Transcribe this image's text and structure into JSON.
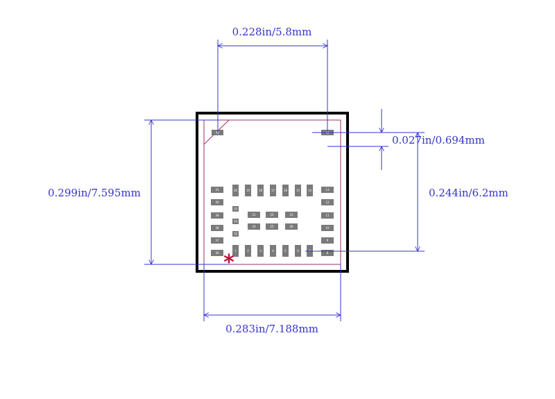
{
  "colors": {
    "dimension": "#3333cc",
    "outline": "#000000",
    "courtyard": "#9b2d6b",
    "pad": "#7a7a7a",
    "pin1_marker": "#c0143c"
  },
  "dimensions": {
    "top_width": "0.228in/5.8mm",
    "pad_height": "0.027in/0.694mm",
    "left_height": "0.299in/7.595mm",
    "right_height": "0.244in/6.2mm",
    "bottom_width": "0.283in/7.188mm"
  },
  "pin1_marker": {
    "glyph": "*"
  },
  "pads": {
    "left_column": [
      "41",
      "40",
      "39",
      "38",
      "37",
      "36"
    ],
    "left_inner_column": [
      "33",
      "34",
      "35"
    ],
    "bottom_row": [
      "1",
      "2",
      "3",
      "4",
      "5",
      "6",
      "7"
    ],
    "right_column": [
      "13",
      "12",
      "11",
      "10",
      "9",
      "8"
    ],
    "top_row": [
      "20",
      "19",
      "18",
      "17",
      "16",
      "15",
      "14"
    ],
    "center_top_row": [
      "21",
      "22",
      "23"
    ],
    "center_bottom_row": [
      "24",
      "25",
      "26"
    ],
    "corner_pads": [
      "42",
      "43"
    ]
  }
}
